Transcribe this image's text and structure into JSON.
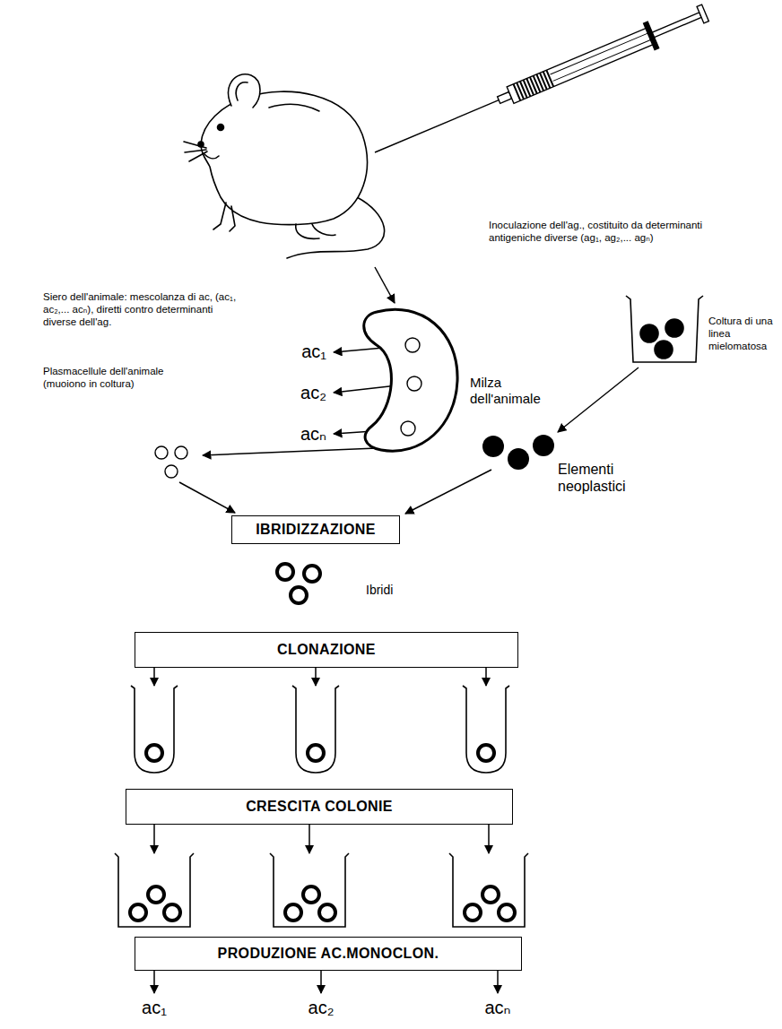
{
  "diagram": {
    "nodes": [
      {
        "text": [
          "IBRIDIZZAZIONE"
        ]
      },
      {
        "text": [
          "CLONAZIONE"
        ]
      },
      {
        "text": [
          "CRESCITA COLONIE"
        ]
      },
      {
        "text": [
          "PRODUZIONE AC.MONOCLON."
        ]
      }
    ],
    "labels": [
      "Inoculazione dell'ag., costituito da determinanti antigeniche diverse (ag₁, ag₂,... agₙ)",
      "Siero dell'animale: mescolanza di ac, (ac₁, ac₂,... acₙ), diretti contro determinanti diverse dell'ag.",
      "Plasmacellule dell'animale (muoiono in coltura)",
      "ac₁",
      "ac₂",
      "acₙ",
      "Milza dell'animale",
      "Coltura di una linea mielomatosa",
      "Elementi neoplastici",
      "Ibridi",
      "ac₁",
      "ac₂",
      "acₙ"
    ]
  }
}
